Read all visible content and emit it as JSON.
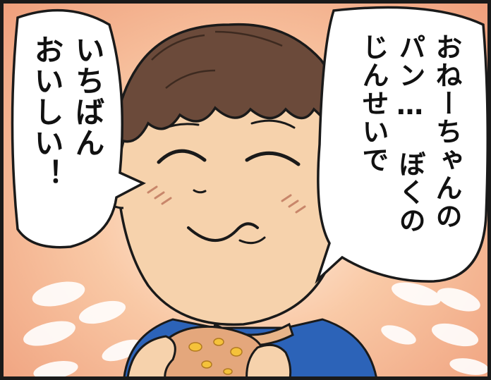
{
  "speech_right": {
    "lines": [
      "おねーちゃんの",
      "パン…　ぼくの",
      "じんせいで"
    ]
  },
  "speech_left": {
    "lines": [
      "いちばん",
      "おいしい！"
    ]
  },
  "colors": {
    "background_light": "#fff1e4",
    "background_dark": "#ef9f7c",
    "hair": "#6b4a3a",
    "skin": "#f6d2ac",
    "shirt": "#2c63b8",
    "bread": "#e4a77c",
    "bread_spots": "#f5c23a",
    "outline": "#1a1a1a"
  },
  "icons": [
    "speech-bubble",
    "sparkle-ovals"
  ]
}
